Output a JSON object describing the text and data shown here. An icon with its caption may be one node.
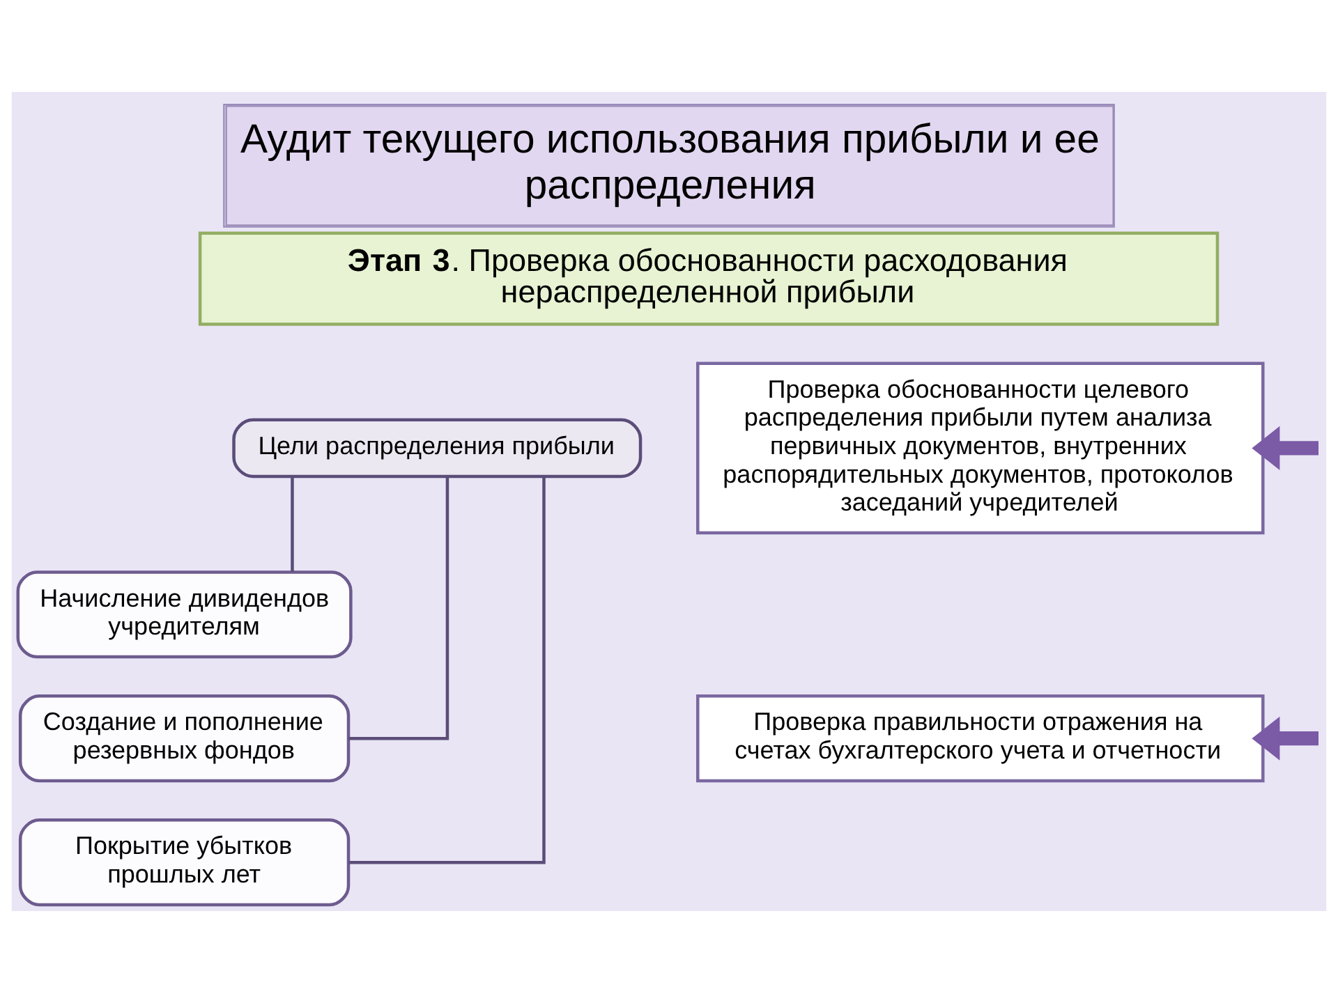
{
  "diagram": {
    "title": "Аудит текущего использования прибыли и ее распределения",
    "nodes": [
      {
        "text": [
          "**Этап 3**. Проверка обоснованности расходования нераспределенной прибыли"
        ]
      },
      {
        "text": [
          "Цели распределения прибыли"
        ]
      },
      {
        "text": [
          "Начисление дивидендов учредителям"
        ]
      },
      {
        "text": [
          "Создание и пополнение резервных фондов"
        ]
      },
      {
        "text": [
          "Покрытие убытков прошлых лет"
        ]
      },
      {
        "text": [
          "Проверка обоснованности целевого распределения прибыли путем анализа первичных документов, внутренних распорядительных документов, протоколов заседаний учредителей"
        ]
      },
      {
        "text": [
          "Проверка правильности отражения на счетах бухгалтерского учета и отчетности"
        ]
      }
    ],
    "edges": [
      {
        "from": 1,
        "to": 2,
        "arrow": "none"
      },
      {
        "from": 1,
        "to": 3,
        "arrow": "none"
      },
      {
        "from": 1,
        "to": 4,
        "arrow": "none"
      },
      {
        "from": null,
        "to": 5,
        "arrow": "to",
        "style": "thick",
        "color": "#7b5aa6"
      },
      {
        "from": null,
        "to": 6,
        "arrow": "to",
        "style": "thick",
        "color": "#7b5aa6"
      }
    ]
  }
}
